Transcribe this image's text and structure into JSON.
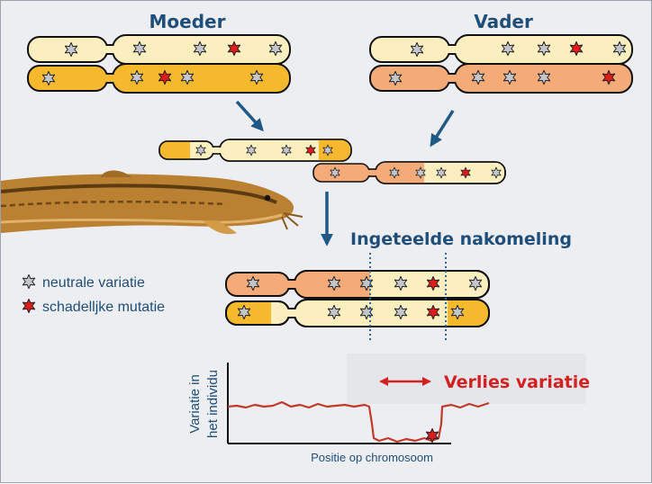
{
  "labels": {
    "mother": "Moeder",
    "father": "Vader",
    "offspring": "Ingeteelde nakomeling",
    "loss": "Verlies variatie",
    "x_axis": "Positie op chromosoom",
    "y_axis_line1": "Variatie in",
    "y_axis_line2": "het individu"
  },
  "legend": [
    {
      "label": "neutrale variatie",
      "icon": "gray-star-icon"
    },
    {
      "label": "schadelljke mutatie",
      "icon": "red-star-icon"
    }
  ],
  "colors": {
    "title": "#1f4e79",
    "arrow": "#1f5a86",
    "light_chromosome": "#fbefbf",
    "yellow_chromosome": "#f6b92d",
    "orange_chromosome": "#f5ab78",
    "neutral_star": "#c3c6ca",
    "harmful_star": "#e11b1b",
    "variation_line": "#c0392b",
    "loss_text": "#d42020"
  }
}
